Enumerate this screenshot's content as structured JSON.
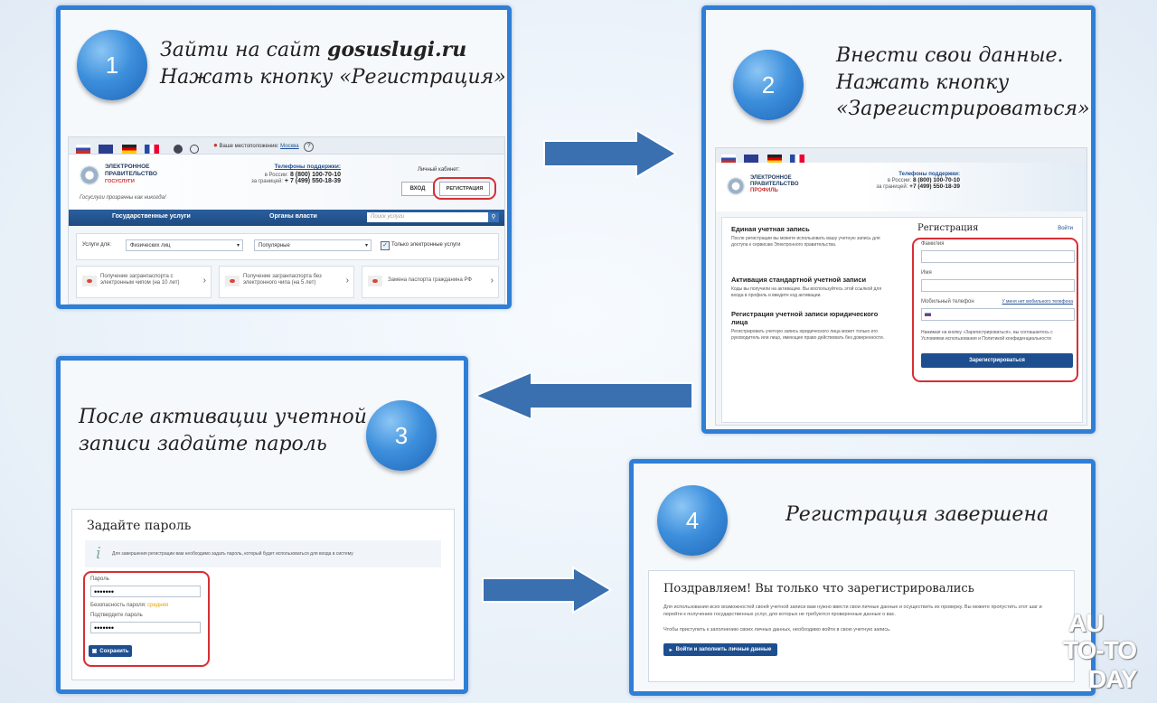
{
  "step1": {
    "number": "1",
    "line1_prefix": "Зайти на сайт ",
    "line1_site": "gosuslugi.ru",
    "line2": "Нажать кнопку «Регистрация»",
    "location_label": "Ваше местоположение:",
    "location_value": "Москва",
    "brand_line1": "ЭЛЕКТРОННОЕ",
    "brand_line2": "ПРАВИТЕЛЬСТВО",
    "brand_line3": "ГОСУСЛУГИ",
    "slogan": "Госуслуги прозрачны как никогда!",
    "support_title": "Телефоны поддержки:",
    "phone_ru_label": "в России:",
    "phone_ru": "8 (800) 100-70-10",
    "phone_abroad_label": "за границей:",
    "phone_abroad": "+ 7 (499) 550-18-39",
    "cabinet_label": "Личный кабинет:",
    "login_btn": "ВХОД",
    "register_btn": "РЕГИСТРАЦИЯ",
    "nav_services": "Государственные услуги",
    "nav_authorities": "Органы власти",
    "search_placeholder": "Поиск услуги",
    "services_for_label": "Услуги для:",
    "services_for_value": "Физических лиц",
    "popular_value": "Популярные",
    "only_electronic": "Только электронные услуги",
    "card1": "Получение загранпаспорта с электронным чипом (на 10 лет)",
    "card2": "Получение загранпаспорта без электронного чипа (на 5 лет)",
    "card3": "Замена паспорта гражданина РФ"
  },
  "step2": {
    "number": "2",
    "line1": "Внести свои данные.",
    "line2": "Нажать кнопку",
    "line3": "«Зарегистрироваться»",
    "brand_line1": "ЭЛЕКТРОННОЕ",
    "brand_line2": "ПРАВИТЕЛЬСТВО",
    "brand_line3": "ПРОФИЛЬ",
    "support_title": "Телефоны поддержки:",
    "phone_ru_label": "в России:",
    "phone_ru": "8 (800) 100-70-10",
    "phone_abroad_label": "за границей:",
    "phone_abroad": "+7 (499) 550-18-39",
    "left_heading1": "Единая учетная запись",
    "left_text1": "После регистрации вы можете использовать вашу учетную запись для доступа к сервисам Электронного правительства.",
    "left_heading2": "Активация стандартной учетной записи",
    "left_text2": "Коды вы получили на активацию. Вы воспользуйтесь этой ссылкой для входа в профиль и введите код активации.",
    "left_heading3": "Регистрация учетной записи юридического лица",
    "left_text3": "Регистрировать учетную запись юридического лица может только его руководитель или лицо, имеющее право действовать без доверенности.",
    "form_title": "Регистрация",
    "login_link": "Войти",
    "lastname_label": "Фамилия",
    "firstname_label": "Имя",
    "phone_label": "Мобильный телефон",
    "no_phone_link": "У меня нет мобильного телефона",
    "consent_text": "Нажимая на кнопку «Зарегистрироваться», вы соглашаетесь с Условиями использования и Политикой конфиденциальности",
    "submit_btn": "Зарегистрироваться"
  },
  "step3": {
    "number": "3",
    "line1": "После активации учетной",
    "line2": "записи задайте пароль",
    "screen_title": "Задайте пароль",
    "info_text": "Для завершения регистрации вам необходимо задать пароль, который будет использоваться для входа в систему",
    "password_label": "Пароль",
    "password_value": "•••••••",
    "strength_label": "Безопасность пароля:",
    "strength_value": "средняя",
    "confirm_label": "Подтвердите пароль",
    "confirm_value": "•••••••",
    "save_btn": "Сохранить"
  },
  "step4": {
    "number": "4",
    "title": "Регистрация завершена",
    "congrats": "Поздравляем! Вы только что зарегистрировались",
    "text1": "Для использования всех возможностей своей учетной записи вам нужно ввести свои личные данные и осуществить их проверку. Вы можете пропустить этот шаг и перейти к получению государственных услуг, для которых не требуются проверенные данные о вас.",
    "text2": "Чтобы приступить к заполнению своих личных данных, необходимо войти в свою учетную запись.",
    "enter_btn": "Войти и заполнить личные данные"
  },
  "watermark": {
    "line1": "AU",
    "line2": "TO-TO",
    "line3": "DAY"
  },
  "colors": {
    "panel_border": "#2f7fd6",
    "arrow": "#3a6fb0",
    "red_highlight": "#d72f34",
    "nav_blue": "#1d4f90"
  }
}
